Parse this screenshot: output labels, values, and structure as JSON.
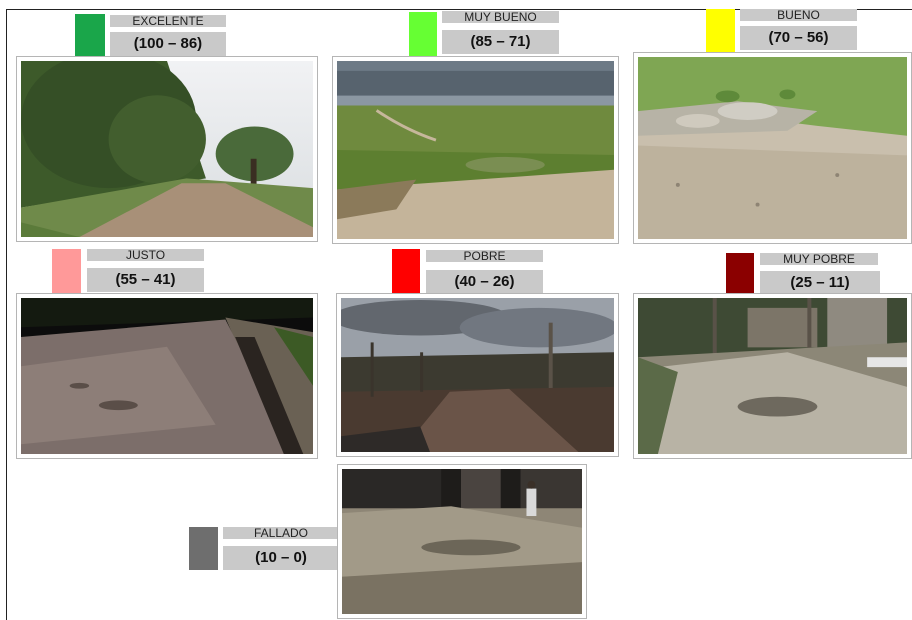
{
  "categories": [
    {
      "label": "EXCELENTE",
      "range": "(100 – 86)",
      "color": "#1aa64a",
      "scene": "excelente"
    },
    {
      "label": "MUY BUENO",
      "range": "(85 – 71)",
      "color": "#66ff33",
      "scene": "muy-bueno"
    },
    {
      "label": "BUENO",
      "range": "(70 – 56)",
      "color": "#ffff00",
      "scene": "bueno"
    },
    {
      "label": "JUSTO",
      "range": "(55 – 41)",
      "color": "#ff9999",
      "scene": "justo"
    },
    {
      "label": "POBRE",
      "range": "(40 – 26)",
      "color": "#ff0000",
      "scene": "pobre"
    },
    {
      "label": "MUY POBRE",
      "range": "(25 – 11)",
      "color": "#8b0000",
      "scene": "muy-pobre"
    },
    {
      "label": "FALLADO",
      "range": "(10 – 0)",
      "color": "#6e6e6e",
      "scene": "fallado"
    }
  ]
}
